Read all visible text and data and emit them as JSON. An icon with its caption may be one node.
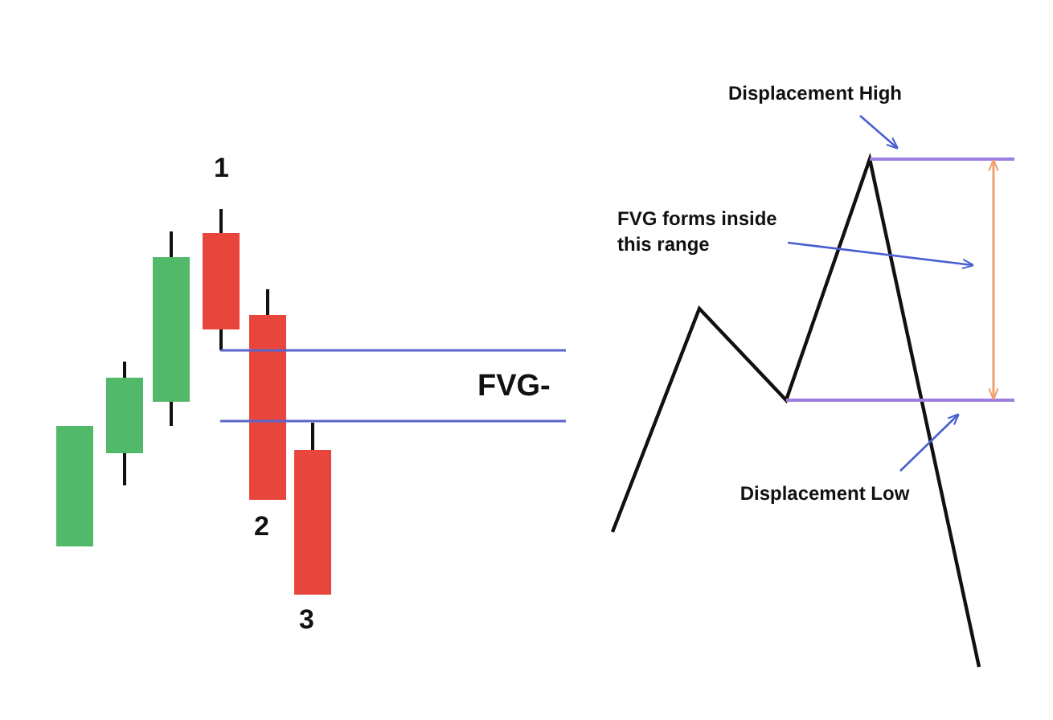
{
  "diagram": {
    "nodes": [
      {
        "text": [
          "Displacement High"
        ]
      },
      {
        "text": [
          "FVG forms inside this range"
        ]
      },
      {
        "text": [
          "Displacement Low"
        ]
      }
    ],
    "edges": [
      {
        "from": 0,
        "to": null,
        "arrow": "to"
      },
      {
        "from": 1,
        "to": null,
        "arrow": "to"
      },
      {
        "from": 2,
        "to": null,
        "arrow": "to"
      }
    ],
    "labels": [
      "1",
      "FVG-",
      "2",
      "3"
    ]
  }
}
